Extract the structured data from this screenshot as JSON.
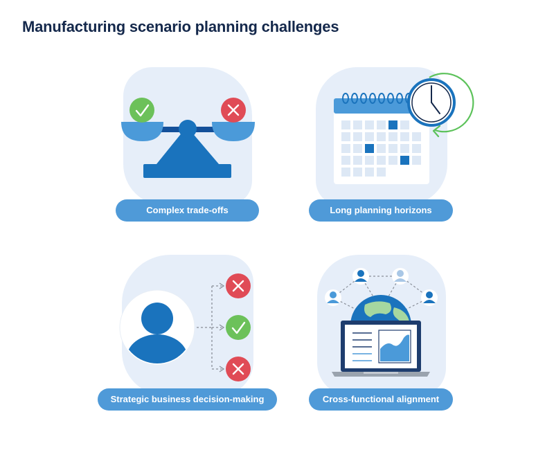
{
  "title": "Manufacturing scenario planning challenges",
  "cards": [
    {
      "label": "Complex trade-offs",
      "icon": "balance-scale-icon"
    },
    {
      "label": "Long planning horizons",
      "icon": "calendar-clock-icon"
    },
    {
      "label": "Strategic business decision-making",
      "icon": "person-decision-icon"
    },
    {
      "label": "Cross-functional alignment",
      "icon": "globe-laptop-network-icon"
    }
  ],
  "colors": {
    "title": "#14284b",
    "pill": "#4f9ad8",
    "blob": "#e6eef9",
    "primary_blue": "#1a73bd",
    "light_blue": "#4b9ad9",
    "check_green": "#6cc15a",
    "cross_red": "#e04b56",
    "arrow_green": "#5cc25a"
  }
}
